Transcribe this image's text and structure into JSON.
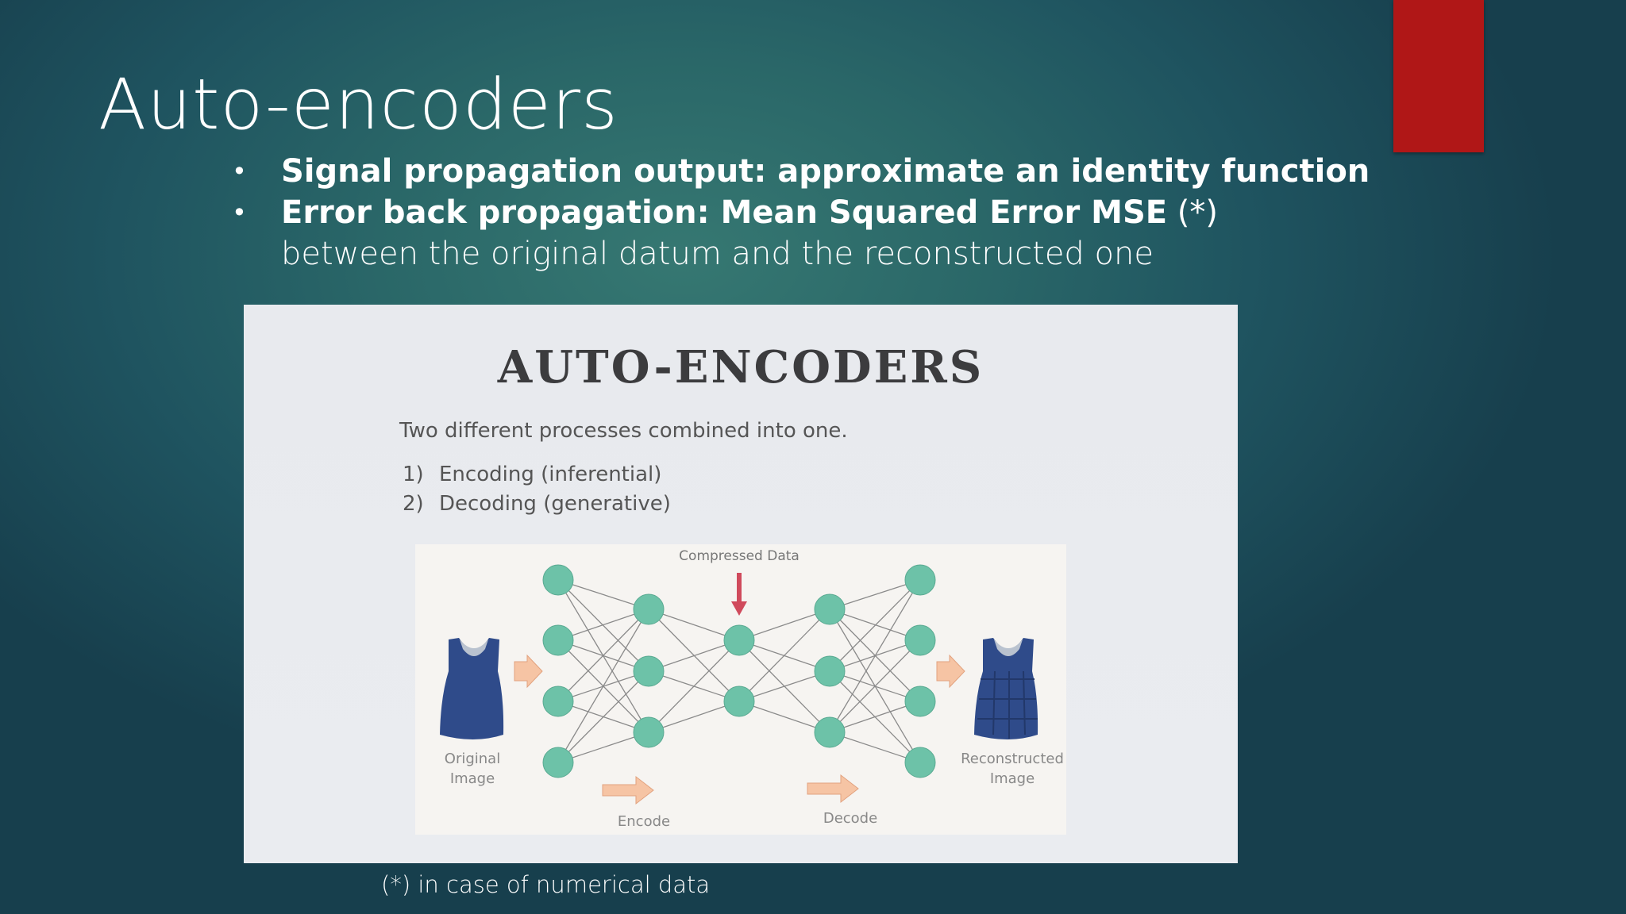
{
  "slide": {
    "title": "Auto-encoders",
    "bullets": [
      {
        "bold": "Signal propagation output: approximate an identity function",
        "normal": ""
      },
      {
        "bold": "Error back propagation: Mean Squared Error MSE",
        "normal": " (*)"
      }
    ],
    "continuation": "between the original datum and the reconstructed one",
    "footnote": "(*) in case of numerical data",
    "bullet_glyph": "•"
  },
  "figure": {
    "title": "AUTO-ENCODERS",
    "subtitle": "Two different processes combined into one.",
    "list": [
      {
        "num": "1)",
        "text": "Encoding (inferential)"
      },
      {
        "num": "2)",
        "text": "Decoding (generative)"
      }
    ],
    "labels": {
      "compressed": "Compressed Data",
      "original_line1": "Original",
      "original_line2": "Image",
      "reconstructed_line1": "Reconstructed",
      "reconstructed_line2": "Image",
      "encode": "Encode",
      "decode": "Decode"
    },
    "layer_sizes": [
      4,
      3,
      2,
      3,
      4
    ],
    "colors": {
      "node": "#6dc2a8",
      "arrow": "#f6c4a4",
      "compress_arrow": "#d04a5c",
      "shirt": "#2f4b8a",
      "accent_bar": "#b01717"
    }
  }
}
